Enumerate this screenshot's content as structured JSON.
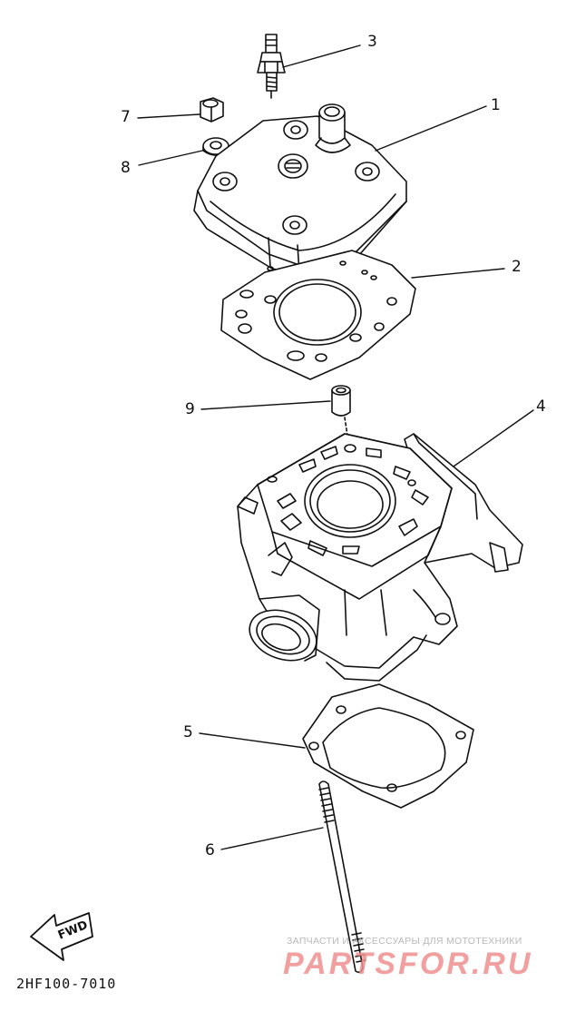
{
  "diagram": {
    "code": "2HF100-7010",
    "fwd_label": "FWD",
    "callouts": [
      {
        "id": "1",
        "text": "1"
      },
      {
        "id": "2",
        "text": "2"
      },
      {
        "id": "3",
        "text": "3"
      },
      {
        "id": "4",
        "text": "4"
      },
      {
        "id": "5",
        "text": "5"
      },
      {
        "id": "6",
        "text": "6"
      },
      {
        "id": "7",
        "text": "7"
      },
      {
        "id": "8",
        "text": "8"
      },
      {
        "id": "9",
        "text": "9"
      }
    ]
  },
  "watermark": {
    "text": "ЗАПЧАСТИ И АКСЕССУАРЫ ДЛЯ МОТОТЕХНИКИ",
    "logo": "PARTSFOR.RU",
    "logo_color": "#ef8f8f"
  }
}
